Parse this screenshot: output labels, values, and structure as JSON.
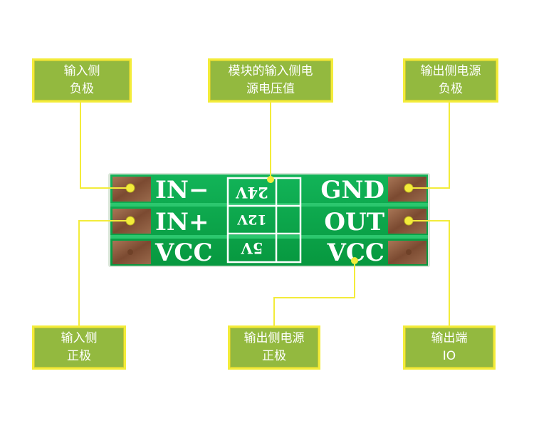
{
  "callouts": {
    "in_neg": {
      "line1": "输入侧",
      "line2": "负极"
    },
    "vin_level": {
      "line1": "模块的输入侧电",
      "line2": "源电压值"
    },
    "out_gnd": {
      "line1": "输出侧电源",
      "line2": "负极"
    },
    "in_pos": {
      "line1": "输入侧",
      "line2": "正极"
    },
    "out_vcc": {
      "line1": "输出侧电源",
      "line2": "正极"
    },
    "out_io": {
      "line1": "输出端",
      "line2": "IO"
    }
  },
  "pcb": {
    "left_labels": [
      "IN−",
      "IN+",
      "VCC"
    ],
    "right_labels": [
      "GND",
      "OUT",
      "VCC"
    ],
    "voltage_options": [
      "24V",
      "12V",
      "5V"
    ]
  },
  "colors": {
    "callout_fill": "#93b93f",
    "callout_border": "#f3ec3a",
    "leader_line": "#f3ec3a",
    "pcb_green": "#0aa54a",
    "pad_copper": "#8a5a3c"
  }
}
